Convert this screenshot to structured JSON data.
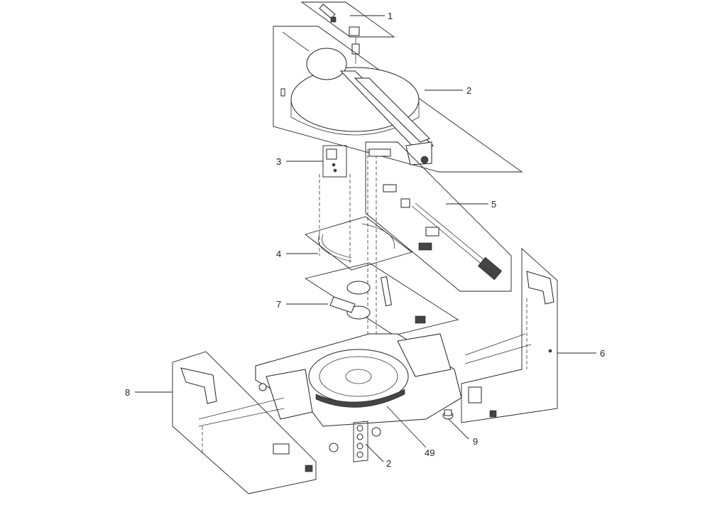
{
  "callouts": [
    {
      "id": "c1",
      "text": "1"
    },
    {
      "id": "c2",
      "text": "2"
    },
    {
      "id": "c3",
      "text": "3"
    },
    {
      "id": "c4",
      "text": "4"
    },
    {
      "id": "c5",
      "text": "5"
    },
    {
      "id": "c6",
      "text": "6"
    },
    {
      "id": "c7",
      "text": "7"
    },
    {
      "id": "c8",
      "text": "8"
    },
    {
      "id": "c9",
      "text": "9"
    },
    {
      "id": "c49",
      "text": "49"
    },
    {
      "id": "c2b",
      "text": "2"
    }
  ]
}
